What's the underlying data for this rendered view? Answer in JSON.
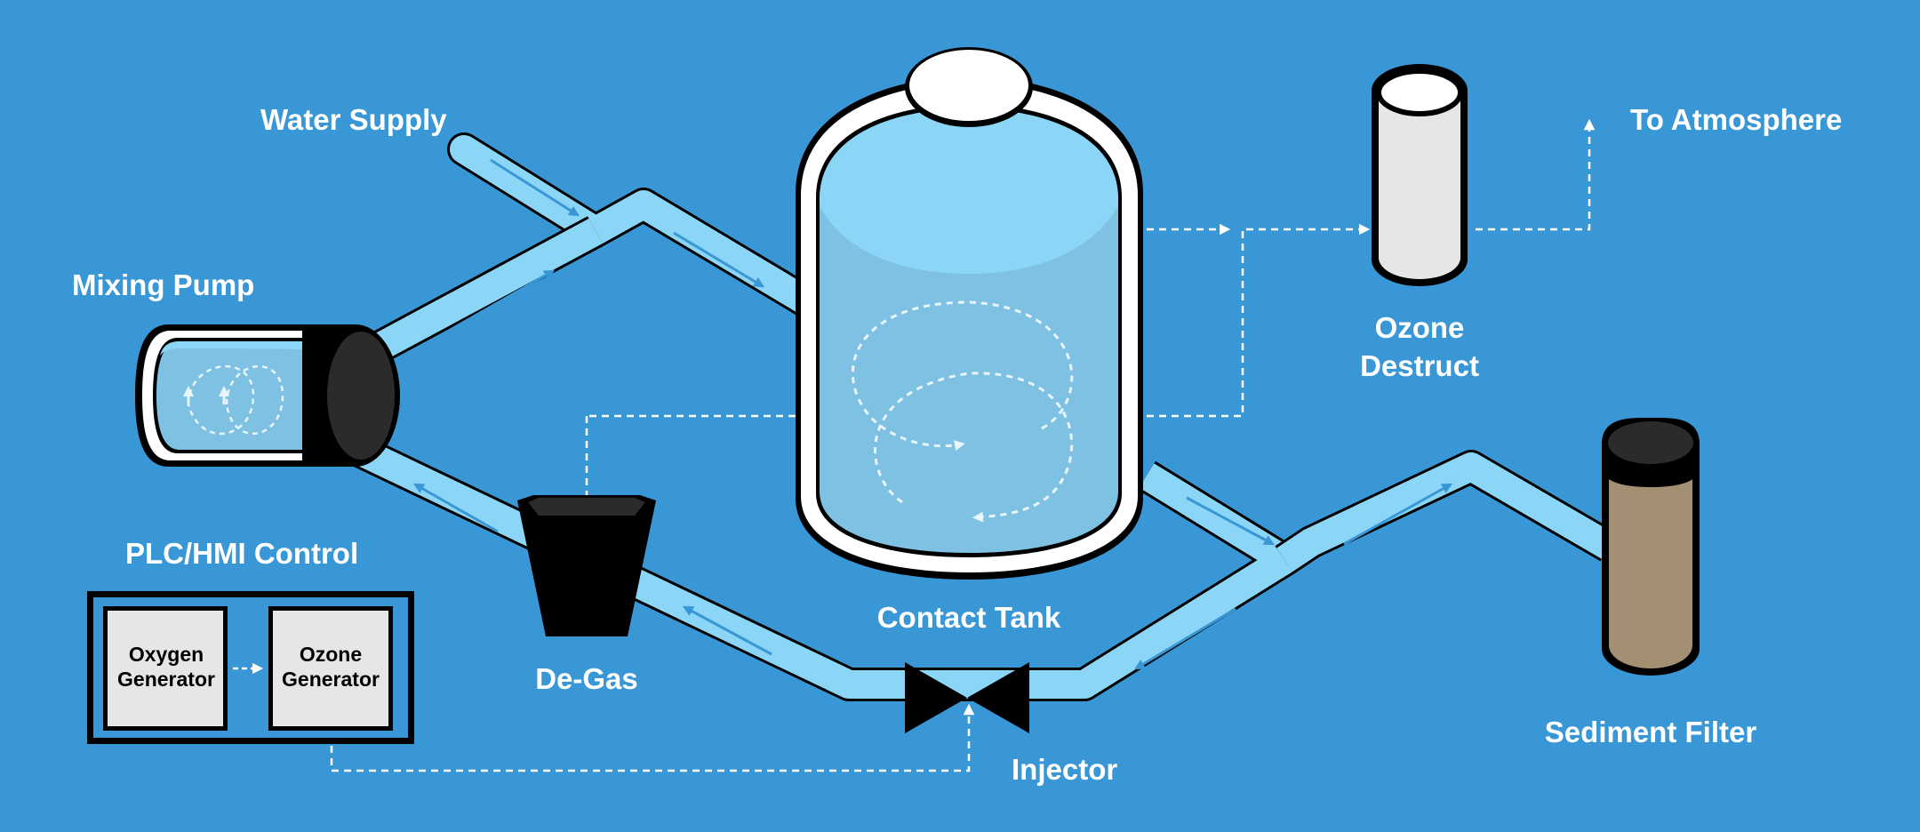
{
  "colors": {
    "background": "#3a97d6",
    "pipe_fill": "#8bd5f6",
    "outline": "#000000",
    "water_light": "#8bd5f6",
    "water_dark": "#7ec1e2",
    "flow_arrow": "#3a97d6",
    "sediment_filter": "#a38f72",
    "ozone_destruct": "#e6e6e6",
    "generator_box": "#e6e6e6",
    "dashed_line": "#ffffff"
  },
  "labels": {
    "water_supply": "Water Supply",
    "mixing_pump": "Mixing Pump",
    "plc_hmi": "PLC/HMI Control",
    "de_gas": "De-Gas",
    "contact_tank": "Contact Tank",
    "injector": "Injector",
    "ozone_destruct": [
      "Ozone",
      "Destruct"
    ],
    "to_atmosphere": "To Atmosphere",
    "sediment_filter": "Sediment Filter",
    "oxygen_generator": [
      "Oxygen",
      "Generator"
    ],
    "ozone_generator": [
      "Ozone",
      "Generator"
    ]
  },
  "icons": {
    "mixing_pump": "pump-icon",
    "contact_tank": "tank-icon",
    "de_gas": "funnel-icon",
    "injector": "valve-icon",
    "ozone_destruct": "cylinder-icon",
    "sediment_filter": "filter-icon",
    "control_panel": "control-panel-icon"
  }
}
